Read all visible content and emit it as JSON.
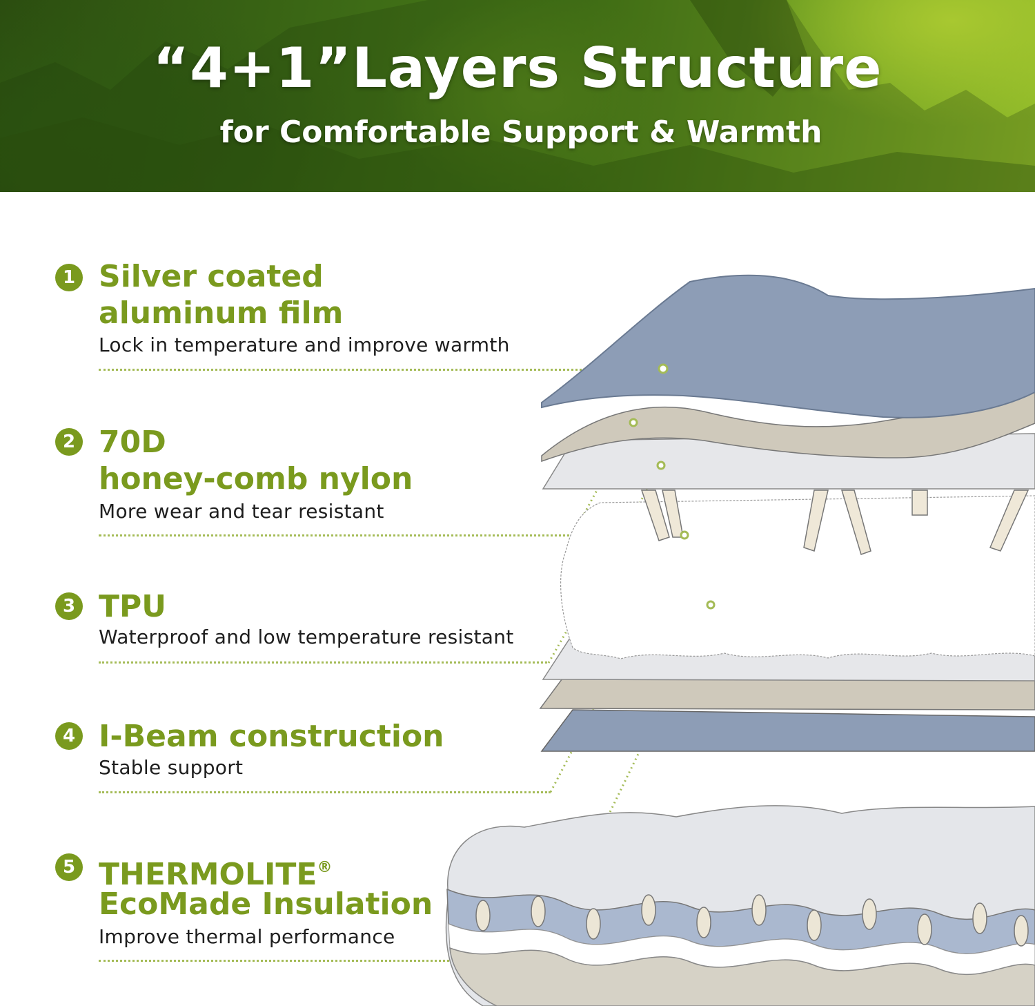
{
  "header": {
    "title": "“4+1”Layers Structure",
    "subtitle": "for Comfortable Support & Warmth"
  },
  "layers": [
    {
      "number": "1",
      "title_line1": "Silver coated",
      "title_line2": "aluminum film",
      "description": "Lock in temperature and improve warmth"
    },
    {
      "number": "2",
      "title_line1": "70D",
      "title_line2": "honey-comb nylon",
      "description": "More wear and tear resistant"
    },
    {
      "number": "3",
      "title_line1": "TPU",
      "title_line2": "",
      "description": "Waterproof and low temperature resistant"
    },
    {
      "number": "4",
      "title_line1": "I-Beam construction",
      "title_line2": "",
      "description": "Stable support"
    },
    {
      "number": "5",
      "title_line1": "THERMOLITE",
      "title_mark": "®",
      "title_line2": "EcoMade Insulation",
      "description": "Improve thermal performance"
    }
  ],
  "colors": {
    "accent_green": "#7a9a1e",
    "dot_line": "#a4bb56",
    "film_blue": "#8d9db6",
    "nylon_beige": "#cfc9bb",
    "tpu_grey": "#e6e7ea"
  }
}
